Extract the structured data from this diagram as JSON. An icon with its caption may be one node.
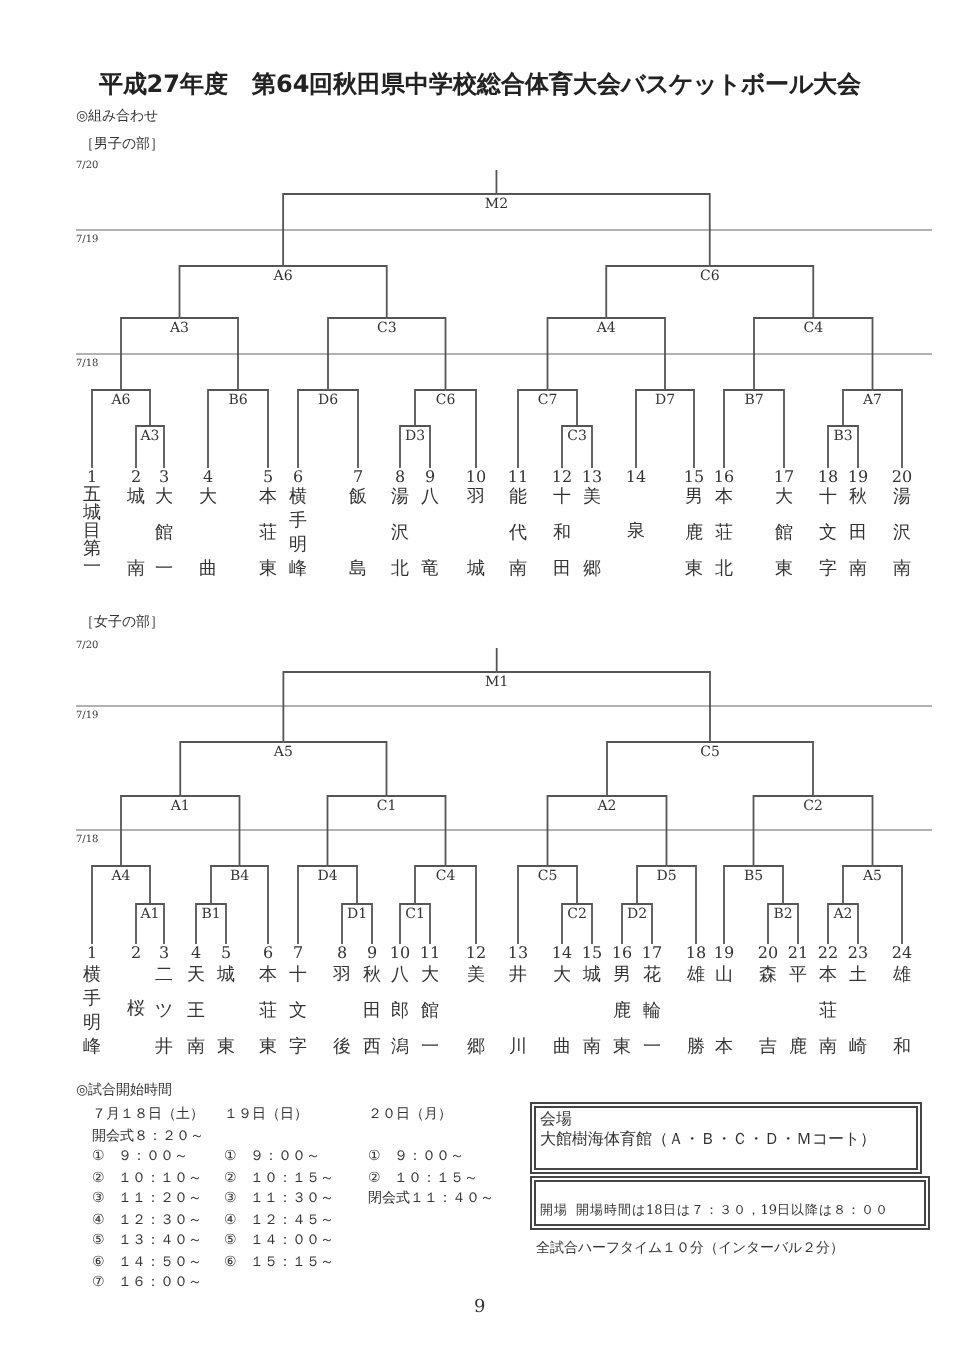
{
  "diagram": {
    "title": "平成27年度　第64回秋田県中学校総合体育大会バスケットボール大会",
    "nodes": [
      {
        "text": [
          "M2"
        ]
      },
      {
        "text": [
          "A6"
        ]
      },
      {
        "text": [
          "C6"
        ]
      },
      {
        "text": [
          "A3"
        ]
      },
      {
        "text": [
          "C3"
        ]
      },
      {
        "text": [
          "A4"
        ]
      },
      {
        "text": [
          "C4"
        ]
      },
      {
        "text": [
          "A6"
        ]
      },
      {
        "text": [
          "B6"
        ]
      },
      {
        "text": [
          "D6"
        ]
      },
      {
        "text": [
          "C6"
        ]
      },
      {
        "text": [
          "C7"
        ]
      },
      {
        "text": [
          "D7"
        ]
      },
      {
        "text": [
          "B7"
        ]
      },
      {
        "text": [
          "A7"
        ]
      },
      {
        "text": [
          "A3"
        ]
      },
      {
        "text": [
          "D3"
        ]
      },
      {
        "text": [
          "C3"
        ]
      },
      {
        "text": [
          "B3"
        ]
      },
      {
        "text": [
          "1",
          "五城目第一"
        ]
      },
      {
        "text": [
          "2",
          "城南"
        ]
      },
      {
        "text": [
          "3",
          "大館一"
        ]
      },
      {
        "text": [
          "4",
          "大曲"
        ]
      },
      {
        "text": [
          "5",
          "本荘東"
        ]
      },
      {
        "text": [
          "6",
          "横手明峰"
        ]
      },
      {
        "text": [
          "7",
          "飯島"
        ]
      },
      {
        "text": [
          "8",
          "湯沢北"
        ]
      },
      {
        "text": [
          "9",
          "八竜"
        ]
      },
      {
        "text": [
          "10",
          "羽城"
        ]
      },
      {
        "text": [
          "11",
          "能代南"
        ]
      },
      {
        "text": [
          "12",
          "十和田"
        ]
      },
      {
        "text": [
          "13",
          "美郷"
        ]
      },
      {
        "text": [
          "14",
          "泉"
        ]
      },
      {
        "text": [
          "15",
          "男鹿東"
        ]
      },
      {
        "text": [
          "16",
          "本荘北"
        ]
      },
      {
        "text": [
          "17",
          "大館東"
        ]
      },
      {
        "text": [
          "18",
          "十文字"
        ]
      },
      {
        "text": [
          "19",
          "秋田南"
        ]
      },
      {
        "text": [
          "20",
          "湯沢南"
        ]
      },
      {
        "text": [
          "M1"
        ]
      },
      {
        "text": [
          "A5"
        ]
      },
      {
        "text": [
          "C5"
        ]
      },
      {
        "text": [
          "A1"
        ]
      },
      {
        "text": [
          "C1"
        ]
      },
      {
        "text": [
          "A2"
        ]
      },
      {
        "text": [
          "C2"
        ]
      },
      {
        "text": [
          "A4"
        ]
      },
      {
        "text": [
          "B4"
        ]
      },
      {
        "text": [
          "D4"
        ]
      },
      {
        "text": [
          "C4"
        ]
      },
      {
        "text": [
          "C5"
        ]
      },
      {
        "text": [
          "D5"
        ]
      },
      {
        "text": [
          "B5"
        ]
      },
      {
        "text": [
          "A5"
        ]
      },
      {
        "text": [
          "A1"
        ]
      },
      {
        "text": [
          "B1"
        ]
      },
      {
        "text": [
          "D1"
        ]
      },
      {
        "text": [
          "C1"
        ]
      },
      {
        "text": [
          "C2"
        ]
      },
      {
        "text": [
          "D2"
        ]
      },
      {
        "text": [
          "B2"
        ]
      },
      {
        "text": [
          "A2"
        ]
      },
      {
        "text": [
          "1",
          "横手明峰"
        ]
      },
      {
        "text": [
          "2",
          "桜"
        ]
      },
      {
        "text": [
          "3",
          "二ツ井"
        ]
      },
      {
        "text": [
          "4",
          "天王南"
        ]
      },
      {
        "text": [
          "5",
          "城東"
        ]
      },
      {
        "text": [
          "6",
          "本荘東"
        ]
      },
      {
        "text": [
          "7",
          "十文字"
        ]
      },
      {
        "text": [
          "8",
          "羽後"
        ]
      },
      {
        "text": [
          "9",
          "秋田西"
        ]
      },
      {
        "text": [
          "10",
          "八郎潟"
        ]
      },
      {
        "text": [
          "11",
          "大館一"
        ]
      },
      {
        "text": [
          "12",
          "美郷"
        ]
      },
      {
        "text": [
          "13",
          "井川"
        ]
      },
      {
        "text": [
          "14",
          "大曲"
        ]
      },
      {
        "text": [
          "15",
          "城南"
        ]
      },
      {
        "text": [
          "16",
          "男鹿東"
        ]
      },
      {
        "text": [
          "17",
          "花輪一"
        ]
      },
      {
        "text": [
          "18",
          "雄勝"
        ]
      },
      {
        "text": [
          "19",
          "山本"
        ]
      },
      {
        "text": [
          "20",
          "森吉"
        ]
      },
      {
        "text": [
          "21",
          "平鹿"
        ]
      },
      {
        "text": [
          "22",
          "本荘南"
        ]
      },
      {
        "text": [
          "23",
          "土崎"
        ]
      },
      {
        "text": [
          "24",
          "雄和"
        ]
      },
      {
        "text": [
          "会場",
          "大館樹海体育館（Ａ・Ｂ・Ｃ・Ｄ・Ｍコート）"
        ]
      },
      {
        "text": [
          "開場",
          "開場時間は18日は７：３０，19日以降は８：００"
        ]
      }
    ],
    "edges": [
      {
        "from": 0,
        "to": null,
        "arrow": "none"
      },
      {
        "from": 1,
        "to": 0,
        "arrow": "none"
      },
      {
        "from": 2,
        "to": 0,
        "arrow": "none"
      },
      {
        "from": 3,
        "to": 1,
        "arrow": "none"
      },
      {
        "from": 4,
        "to": 1,
        "arrow": "none"
      },
      {
        "from": 5,
        "to": 2,
        "arrow": "none"
      },
      {
        "from": 6,
        "to": 2,
        "arrow": "none"
      },
      {
        "from": 7,
        "to": 3,
        "arrow": "none"
      },
      {
        "from": 8,
        "to": 3,
        "arrow": "none"
      },
      {
        "from": 9,
        "to": 4,
        "arrow": "none"
      },
      {
        "from": 10,
        "to": 4,
        "arrow": "none"
      },
      {
        "from": 11,
        "to": 5,
        "arrow": "none"
      },
      {
        "from": 12,
        "to": 5,
        "arrow": "none"
      },
      {
        "from": 13,
        "to": 6,
        "arrow": "none"
      },
      {
        "from": 14,
        "to": 6,
        "arrow": "none"
      },
      {
        "from": 19,
        "to": 7,
        "arrow": "none"
      },
      {
        "from": 15,
        "to": 7,
        "arrow": "none"
      },
      {
        "from": 20,
        "to": 15,
        "arrow": "none"
      },
      {
        "from": 21,
        "to": 15,
        "arrow": "none"
      },
      {
        "from": 22,
        "to": 8,
        "arrow": "none"
      },
      {
        "from": 23,
        "to": 8,
        "arrow": "none"
      },
      {
        "from": 24,
        "to": 9,
        "arrow": "none"
      },
      {
        "from": 25,
        "to": 9,
        "arrow": "none"
      },
      {
        "from": 16,
        "to": 10,
        "arrow": "none"
      },
      {
        "from": 28,
        "to": 10,
        "arrow": "none"
      },
      {
        "from": 26,
        "to": 16,
        "arrow": "none"
      },
      {
        "from": 27,
        "to": 16,
        "arrow": "none"
      },
      {
        "from": 29,
        "to": 11,
        "arrow": "none"
      },
      {
        "from": 17,
        "to": 11,
        "arrow": "none"
      },
      {
        "from": 30,
        "to": 17,
        "arrow": "none"
      },
      {
        "from": 31,
        "to": 17,
        "arrow": "none"
      },
      {
        "from": 32,
        "to": 12,
        "arrow": "none"
      },
      {
        "from": 33,
        "to": 12,
        "arrow": "none"
      },
      {
        "from": 34,
        "to": 13,
        "arrow": "none"
      },
      {
        "from": 35,
        "to": 13,
        "arrow": "none"
      },
      {
        "from": 18,
        "to": 14,
        "arrow": "none"
      },
      {
        "from": 38,
        "to": 14,
        "arrow": "none"
      },
      {
        "from": 36,
        "to": 18,
        "arrow": "none"
      },
      {
        "from": 37,
        "to": 18,
        "arrow": "none"
      },
      {
        "from": 39,
        "to": null,
        "arrow": "none"
      },
      {
        "from": 40,
        "to": 39,
        "arrow": "none"
      },
      {
        "from": 41,
        "to": 39,
        "arrow": "none"
      },
      {
        "from": 42,
        "to": 40,
        "arrow": "none"
      },
      {
        "from": 43,
        "to": 40,
        "arrow": "none"
      },
      {
        "from": 44,
        "to": 41,
        "arrow": "none"
      },
      {
        "from": 45,
        "to": 41,
        "arrow": "none"
      },
      {
        "from": 46,
        "to": 42,
        "arrow": "none"
      },
      {
        "from": 47,
        "to": 42,
        "arrow": "none"
      },
      {
        "from": 48,
        "to": 43,
        "arrow": "none"
      },
      {
        "from": 49,
        "to": 43,
        "arrow": "none"
      },
      {
        "from": 50,
        "to": 44,
        "arrow": "none"
      },
      {
        "from": 51,
        "to": 44,
        "arrow": "none"
      },
      {
        "from": 52,
        "to": 45,
        "arrow": "none"
      },
      {
        "from": 53,
        "to": 45,
        "arrow": "none"
      },
      {
        "from": 62,
        "to": 46,
        "arrow": "none"
      },
      {
        "from": 54,
        "to": 46,
        "arrow": "none"
      },
      {
        "from": 63,
        "to": 54,
        "arrow": "none"
      },
      {
        "from": 64,
        "to": 54,
        "arrow": "none"
      },
      {
        "from": 55,
        "to": 47,
        "arrow": "none"
      },
      {
        "from": 67,
        "to": 47,
        "arrow": "none"
      },
      {
        "from": 65,
        "to": 55,
        "arrow": "none"
      },
      {
        "from": 66,
        "to": 55,
        "arrow": "none"
      },
      {
        "from": 68,
        "to": 48,
        "arrow": "none"
      },
      {
        "from": 56,
        "to": 48,
        "arrow": "none"
      },
      {
        "from": 69,
        "to": 56,
        "arrow": "none"
      },
      {
        "from": 70,
        "to": 56,
        "arrow": "none"
      },
      {
        "from": 57,
        "to": 49,
        "arrow": "none"
      },
      {
        "from": 73,
        "to": 49,
        "arrow": "none"
      },
      {
        "from": 71,
        "to": 57,
        "arrow": "none"
      },
      {
        "from": 72,
        "to": 57,
        "arrow": "none"
      },
      {
        "from": 74,
        "to": 50,
        "arrow": "none"
      },
      {
        "from": 58,
        "to": 50,
        "arrow": "none"
      },
      {
        "from": 75,
        "to": 58,
        "arrow": "none"
      },
      {
        "from": 76,
        "to": 58,
        "arrow": "none"
      },
      {
        "from": 59,
        "to": 51,
        "arrow": "none"
      },
      {
        "from": 79,
        "to": 51,
        "arrow": "none"
      },
      {
        "from": 77,
        "to": 59,
        "arrow": "none"
      },
      {
        "from": 78,
        "to": 59,
        "arrow": "none"
      },
      {
        "from": 80,
        "to": 52,
        "arrow": "none"
      },
      {
        "from": 60,
        "to": 52,
        "arrow": "none"
      },
      {
        "from": 81,
        "to": 60,
        "arrow": "none"
      },
      {
        "from": 82,
        "to": 60,
        "arrow": "none"
      },
      {
        "from": 61,
        "to": 53,
        "arrow": "none"
      },
      {
        "from": 85,
        "to": 53,
        "arrow": "none"
      },
      {
        "from": 83,
        "to": 61,
        "arrow": "none"
      },
      {
        "from": 84,
        "to": 61,
        "arrow": "none"
      }
    ],
    "labels": [
      "◎組み合わせ",
      "［男子の部］",
      "7/20",
      "7/19",
      "7/18",
      "［女子の部］",
      "7/20",
      "7/19",
      "7/18",
      "◎試合開始時間",
      "７月１８日（土）",
      "１９日（日）",
      "２０日（月）",
      "開会式８：２０～",
      "①　９：００～",
      "①　９：００～",
      "①　９：００～",
      "②　１０：１０～",
      "②　１０：１５～",
      "②　１０：１５～",
      "③　１１：２０～",
      "③　１１：３０～",
      "閉会式１１：４０～",
      "④　１２：３０～",
      "④　１２：４５～",
      "⑤　１３：４０～",
      "⑤　１４：００～",
      "⑥　１４：５０～",
      "⑥　１５：１５～",
      "⑦　１６：００～",
      "全試合ハーフタイム１０分（インターバル２分）",
      "9"
    ]
  }
}
